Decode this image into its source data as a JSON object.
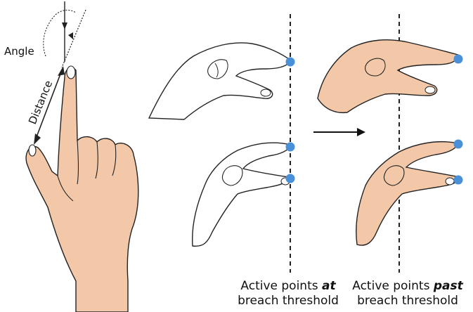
{
  "labels": {
    "angle": "Angle",
    "distance": "Distance"
  },
  "captions": {
    "at": {
      "prefix": "Active points ",
      "emph": "at",
      "line2": "breach threshold"
    },
    "past": {
      "prefix": "Active points ",
      "emph": "past",
      "line2": "breach threshold"
    }
  },
  "colors": {
    "skin": "#f3c8a8",
    "outline": "#222222",
    "active_point": "#4a90d9",
    "nail": "#ffffff"
  },
  "icons": {
    "transition_arrow": "right-arrow-icon"
  }
}
